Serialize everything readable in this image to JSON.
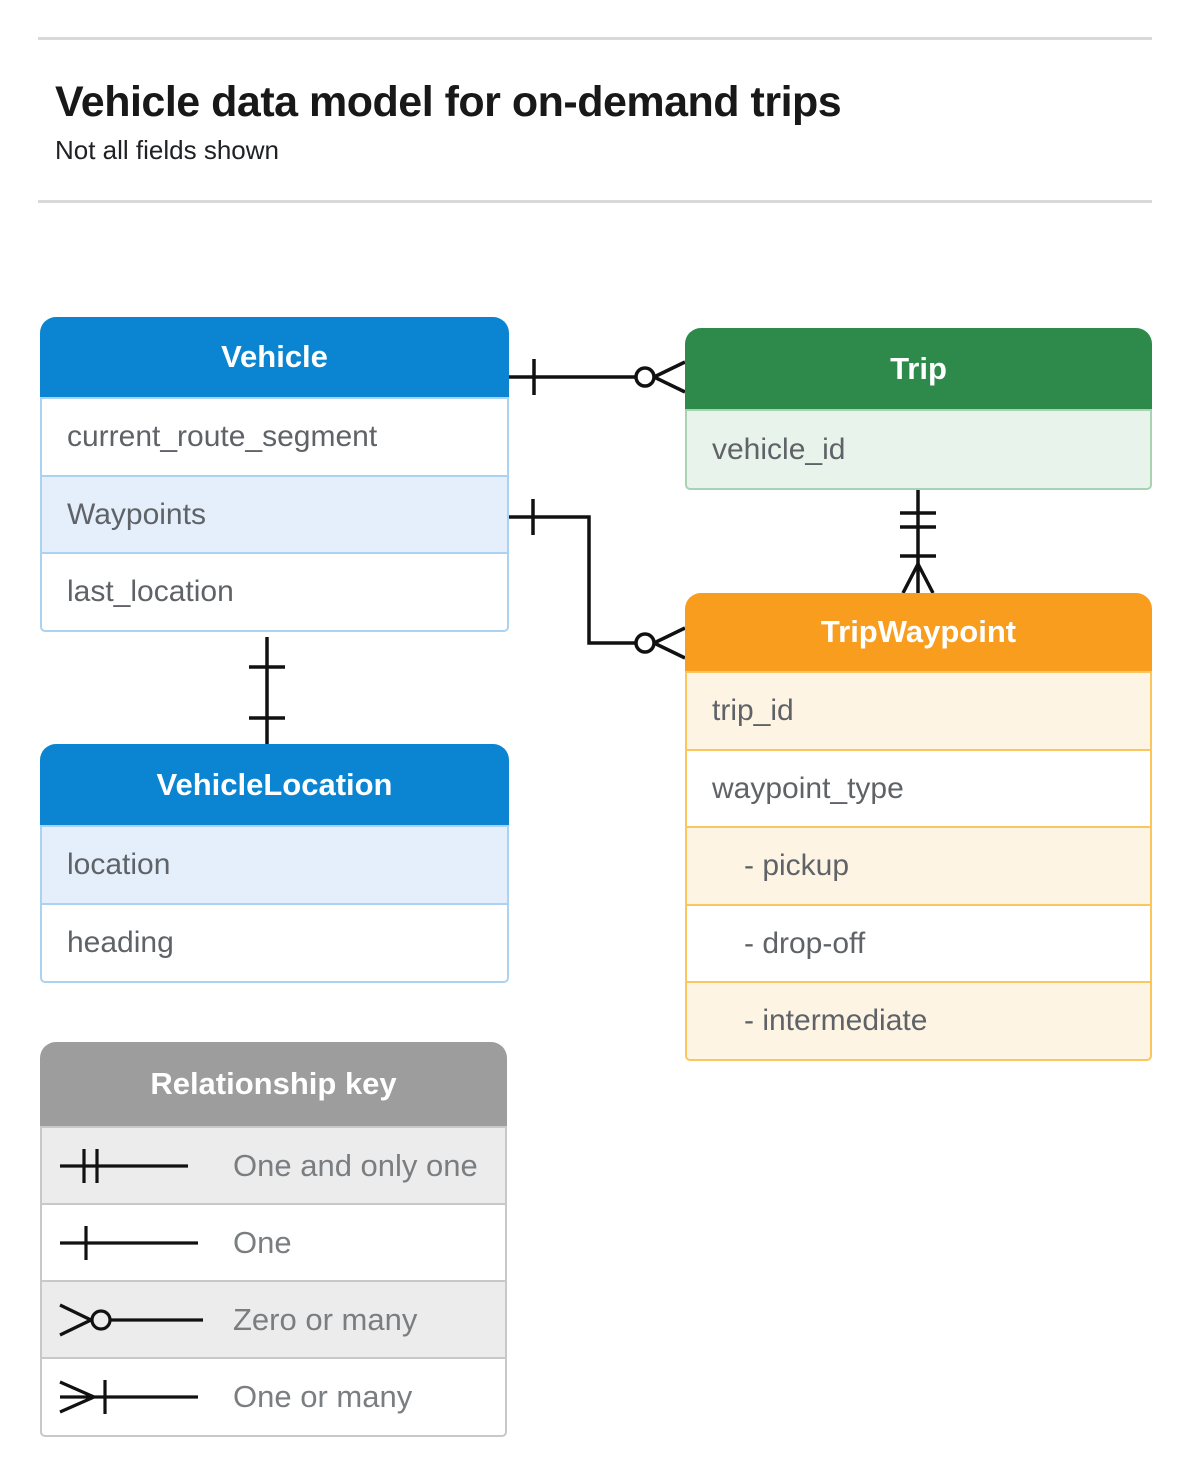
{
  "page": {
    "title": "Vehicle data model for on-demand trips",
    "subtitle": "Not all fields shown"
  },
  "tables": [
    {
      "id": "vehicle",
      "name": "Vehicle",
      "theme": "blue",
      "rows": [
        {
          "label": "current_route_segment",
          "highlight": false
        },
        {
          "label": "Waypoints",
          "highlight": true
        },
        {
          "label": "last_location",
          "highlight": false
        }
      ]
    },
    {
      "id": "trip",
      "name": "Trip",
      "theme": "green",
      "rows": [
        {
          "label": "vehicle_id",
          "highlight": true
        }
      ]
    },
    {
      "id": "tripwaypoint",
      "name": "TripWaypoint",
      "theme": "orange",
      "rows": [
        {
          "label": "trip_id",
          "highlight": true
        },
        {
          "label": "waypoint_type",
          "highlight": false
        },
        {
          "label": "- pickup",
          "highlight": true,
          "indent": true
        },
        {
          "label": "- drop-off",
          "highlight": false,
          "indent": true
        },
        {
          "label": "- intermediate",
          "highlight": true,
          "indent": true
        }
      ]
    },
    {
      "id": "vehiclelocation",
      "name": "VehicleLocation",
      "theme": "blue",
      "rows": [
        {
          "label": "location",
          "highlight": true
        },
        {
          "label": "heading",
          "highlight": false
        }
      ]
    }
  ],
  "legend": {
    "title": "Relationship key",
    "theme": "gray",
    "items": [
      {
        "symbol": "one-and-only-one-icon",
        "label": "One and only one"
      },
      {
        "symbol": "one-icon",
        "label": "One"
      },
      {
        "symbol": "zero-or-many-icon",
        "label": "Zero or many"
      },
      {
        "symbol": "one-or-many-icon",
        "label": "One or many"
      }
    ]
  },
  "relationships": [
    {
      "from": "Vehicle",
      "to": "Trip",
      "from_end": "one",
      "to_end": "zero-or-many"
    },
    {
      "from": "Vehicle.Waypoints",
      "to": "TripWaypoint",
      "from_end": "one",
      "to_end": "zero-or-many"
    },
    {
      "from": "Trip",
      "to": "TripWaypoint",
      "from_end": "one-and-only-one",
      "to_end": "one-or-many"
    },
    {
      "from": "Vehicle",
      "to": "VehicleLocation",
      "from_end": "one",
      "to_end": "one"
    }
  ],
  "colors": {
    "themes": {
      "blue": {
        "header": "#0b85d1",
        "highlight": "#e4effb",
        "border": "#abd2f1"
      },
      "green": {
        "header": "#2e8a4a",
        "highlight": "#e8f3eb",
        "border": "#a9d2b2"
      },
      "orange": {
        "header": "#f89d1d",
        "highlight": "#fdf4e3",
        "border": "#fcc65f"
      },
      "gray": {
        "header": "#9d9d9d",
        "highlight": "#ececec",
        "border": "#c8c8c8"
      }
    },
    "connector_stroke": "#111111",
    "row_text": "#5f6368",
    "legend_text": "#7b7e81"
  }
}
